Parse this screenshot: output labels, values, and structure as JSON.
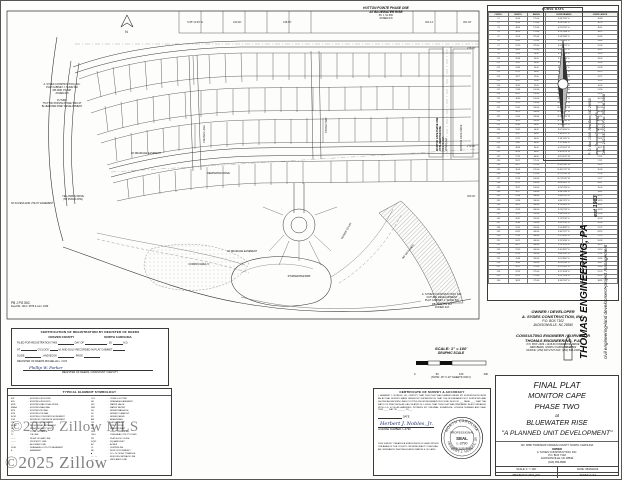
{
  "document": {
    "type": "final-plat-survey-drawing",
    "sheet_border": true
  },
  "map": {
    "top_label": {
      "line1": "HUTTON POINTE PHASE ONE",
      "line2": "AT BLUEWATER RISE",
      "line3": "PC J, SL 50C",
      "line4": "ZONED R-8"
    },
    "left_note": {
      "line1": "A. SYDES CONSTRUCTION, INC.",
      "line2": "PLAT CABINET J, SLIDE 50A",
      "line3": "DB 2936, PG 667",
      "line4": "ZONED R-8",
      "line5": "FUTURE",
      "line6": "\"HUTTON POINTE PHASE TWO AT",
      "line7": "BLUEWATER RISE\" DEVELOPMENT"
    },
    "developer_note": {
      "line1": "A. SYDES CONSTRUCTION, INC.",
      "line2": "FUTURE DEVELOPMENT",
      "line3": "PLAT CABINET J, SLIDE 50+",
      "line4": "DB 2936, PG 667",
      "line5": "ZONED R-8"
    },
    "phase_label": {
      "line1": "MONITOR CAPE PHASE ONE",
      "line2": "AT BLUEWATER RISE",
      "line3": "PC J, SL 50A",
      "line4": "ZONED R-8"
    },
    "streets": [
      {
        "name": "YELLOWFIN DRIVE",
        "sub": "(50' PUBLIC R/W)"
      },
      {
        "name": "MONITOR CAPE DRIVE",
        "sub": "(50' PUBLIC R/W)"
      },
      {
        "name": "DEEPWATER DRIVE",
        "sub": "(50' PUBLIC R/W)"
      },
      {
        "name": "STONEY WAY",
        "sub": "(50' PUBLIC R/W)"
      },
      {
        "name": "CRUISER LANE",
        "sub": "(50' PUBLIC R/W)"
      },
      {
        "name": "TENDER COURT",
        "sub": "(50' PUBLIC R/W)"
      }
    ],
    "annotations": [
      "20' DRAINAGE EASEMENT",
      "STORMWATER BMP",
      "COMMON AREA 'C'",
      "COMMON AREA 'B'",
      "10' UTILITY EASEMENT",
      "30' ACCESS AND UTILITY EASEMENT",
      "20' ACCESS AND UTILITY EASEMENT",
      "N/F WETLANDS",
      "EXISTING IRON PIPE"
    ],
    "reference_note": {
      "line1": "PB  J              PG  50C",
      "line2": "Deed Bk.  1212 / 2876 & cont. 1939"
    }
  },
  "curve_table": {
    "title": "CURVE DATA",
    "columns": [
      "CURVE #",
      "LENGTH",
      "RADIUS",
      "CHORD BEARING",
      "CHORD LENGTH"
    ],
    "rows": [
      [
        "C1",
        "50.03",
        "175.00",
        "N 36°11'55\" E",
        "49.88"
      ],
      [
        "C2",
        "39.18",
        "175.00",
        "N 29°52'45\" E",
        "39.10"
      ],
      [
        "C3",
        "46.54",
        "175.00",
        "N 22°05'31\" E",
        "46.41"
      ],
      [
        "C4",
        "38.20",
        "175.00",
        "N 15°13'08\" E",
        "38.13"
      ],
      [
        "C5",
        "50.76",
        "225.00",
        "N 18°33'42\" E",
        "50.66"
      ],
      [
        "C6",
        "43.91",
        "225.00",
        "N 24°48'10\" E",
        "43.84"
      ],
      [
        "C7",
        "52.10",
        "225.00",
        "N 31°27'55\" E",
        "52.00"
      ],
      [
        "C8",
        "39.52",
        "225.00",
        "N 37°26'12\" E",
        "39.47"
      ],
      [
        "C9",
        "55.00",
        "50.00",
        "N 72°14'03\" E",
        "53.18"
      ],
      [
        "C10",
        "28.48",
        "50.00",
        "S 72°51'18\" E",
        "28.09"
      ],
      [
        "C11",
        "31.97",
        "50.00",
        "S 54°25'02\" E",
        "31.43"
      ],
      [
        "C12",
        "24.63",
        "50.00",
        "S 38°11'46\" E",
        "24.38"
      ],
      [
        "C13",
        "47.12",
        "50.00",
        "S 16°55'10\" E",
        "45.19"
      ],
      [
        "C14",
        "33.77",
        "25.00",
        "S 07°14'22\" W",
        "31.27"
      ],
      [
        "C15",
        "39.27",
        "25.00",
        "S 45°00'00\" W",
        "35.36"
      ],
      [
        "C16",
        "20.45",
        "25.00",
        "S 66°33'48\" W",
        "19.90"
      ],
      [
        "C17",
        "51.83",
        "150.00",
        "N 81°22'14\" W",
        "51.58"
      ],
      [
        "C18",
        "44.12",
        "150.00",
        "N 69°31'07\" W",
        "43.96"
      ],
      [
        "C19",
        "36.80",
        "150.00",
        "N 58°42'55\" W",
        "36.70"
      ],
      [
        "C20",
        "29.19",
        "150.00",
        "N 49°55'18\" W",
        "29.14"
      ],
      [
        "C21",
        "55.41",
        "200.00",
        "N 42°18'31\" W",
        "55.23"
      ],
      [
        "C22",
        "48.70",
        "200.00",
        "N 33°05'47\" W",
        "48.58"
      ],
      [
        "C23",
        "41.02",
        "200.00",
        "N 24°52'11\" W",
        "40.95"
      ],
      [
        "C24",
        "36.55",
        "200.00",
        "N 17°31'40\" W",
        "36.50"
      ],
      [
        "C25",
        "62.83",
        "40.00",
        "N 26°28'19\" E",
        "56.57"
      ],
      [
        "C26",
        "31.42",
        "40.00",
        "N 67°30'00\" E",
        "30.61"
      ],
      [
        "C27",
        "28.27",
        "40.00",
        "S 69°42'11\" E",
        "27.71"
      ],
      [
        "C28",
        "47.12",
        "40.00",
        "S 36°11'55\" E",
        "43.82"
      ],
      [
        "C29",
        "53.41",
        "60.00",
        "S 12°18'44\" E",
        "51.67"
      ],
      [
        "C30",
        "38.96",
        "60.00",
        "S 24°55'02\" W",
        "38.27"
      ],
      [
        "C31",
        "44.18",
        "60.00",
        "S 56°42'19\" W",
        "43.17"
      ],
      [
        "C32",
        "27.55",
        "60.00",
        "S 81°30'12\" W",
        "27.31"
      ],
      [
        "C33",
        "58.12",
        "125.00",
        "N 74°12'50\" W",
        "57.61"
      ],
      [
        "C34",
        "43.77",
        "125.00",
        "N 58°33'41\" W",
        "43.55"
      ],
      [
        "C35",
        "36.09",
        "125.00",
        "N 46°21'17\" W",
        "35.96"
      ],
      [
        "C36",
        "29.44",
        "125.00",
        "N 37°10'05\" W",
        "29.38"
      ],
      [
        "C37",
        "52.36",
        "100.00",
        "N 21°18'55\" W",
        "51.77"
      ],
      [
        "C38",
        "47.12",
        "100.00",
        "N 06°44'12\" E",
        "46.67"
      ],
      [
        "C39",
        "39.27",
        "100.00",
        "N 24°51'30\" E",
        "39.00"
      ],
      [
        "C40",
        "33.77",
        "100.00",
        "N 38°12'44\" E",
        "33.61"
      ],
      [
        "C41",
        "61.08",
        "300.00",
        "N 49°05'19\" E",
        "60.97"
      ],
      [
        "C42",
        "54.98",
        "300.00",
        "N 60°52'11\" E",
        "54.90"
      ],
      [
        "C43",
        "48.12",
        "300.00",
        "N 70°44'55\" E",
        "48.07"
      ],
      [
        "C44",
        "41.33",
        "300.00",
        "N 79°07'02\" E",
        "41.30"
      ],
      [
        "C45",
        "55.19",
        "250.00",
        "S 84°29'18\" E",
        "55.08"
      ],
      [
        "C46",
        "49.67",
        "250.00",
        "S 73°22'41\" E",
        "49.58"
      ],
      [
        "C47",
        "42.88",
        "250.00",
        "S 63°12'05\" E",
        "42.83"
      ],
      [
        "C48",
        "37.41",
        "250.00",
        "S 54°48'33\" E",
        "37.37"
      ],
      [
        "C49",
        "64.23",
        "400.00",
        "S 46°21'17\" E",
        "64.16"
      ],
      [
        "C50",
        "57.30",
        "400.00",
        "S 37°40'09\" E",
        "57.25"
      ],
      [
        "C51",
        "50.12",
        "400.00",
        "S 29°58'44\" E",
        "50.08"
      ],
      [
        "C52",
        "44.77",
        "400.00",
        "S 23°15'10\" E",
        "44.74"
      ],
      [
        "C53",
        "53.19",
        "350.00",
        "S 16°48'22\" E",
        "53.13"
      ],
      [
        "C54",
        "47.05",
        "350.00",
        "S 08°55'31\" E",
        "47.01"
      ],
      [
        "C55",
        "41.88",
        "350.00",
        "S 01°38'07\" E",
        "41.86"
      ],
      [
        "C56",
        "36.44",
        "350.00",
        "N 05°02'44\" E",
        "36.42"
      ],
      [
        "C57",
        "59.71",
        "275.00",
        "N 12°28'51\" E",
        "59.60"
      ],
      [
        "C58",
        "52.33",
        "275.00",
        "N 21°10'03\" E",
        "52.25"
      ],
      [
        "C59",
        "45.19",
        "275.00",
        "N 29°12'38\" E",
        "45.14"
      ],
      [
        "C60",
        "38.92",
        "275.00",
        "N 36°25'07\" E",
        "38.89"
      ]
    ]
  },
  "engineer_banner": {
    "firm": "THOMAS ENGINEERING, PA",
    "est": "est 1983",
    "tagline": "civil engineering•land development•project management",
    "address1": "P. O. Box 1309, New Bern, NC 28563",
    "address2": "www.ThomasEngineeringPA.com",
    "address3": "Office:  252.637.2727    Fax:  252.636.2448"
  },
  "owner_block": {
    "owner_title": "OWNER / DEVELOPER",
    "owner_name": "A. SYDES CONSTRUCTION, INC.",
    "owner_addr1": "P.O. BOX 7102",
    "owner_addr2": "JACKSONVILLE, NC 28540",
    "eng_title": "CONSULTING ENGINEER / SURVEYOR",
    "eng_name": "THOMAS ENGINEERING, P.A.",
    "eng_addr1": "P.O. BOX 1309 • 1316-B COMMERCE DRIVE",
    "eng_addr2": "NEW BERN, NORTH CAROLINA 28563",
    "eng_addr3": "OFFICE: (252) 637-2727   FAX: (252) 636-2448"
  },
  "scale_block": {
    "scale": "SCALE: 1\" = 100'",
    "graphic": "GRAPHIC SCALE",
    "ticks": [
      "0",
      "50",
      "100",
      "200"
    ],
    "note": "(NOTE:  18\" X 24\" SHEETS ONLY)"
  },
  "register_block": {
    "title_line1": "CERTIFICATION OF REGISTRATION BY REGISTER OF DEEDS",
    "title_line2_left": "CRAVEN COUNTY",
    "title_line2_right": "NORTH CAROLINA",
    "body1": "FILED FOR REGISTRATION THIS",
    "body1b": "DAY OF",
    "body1c": ", 20",
    "body1d": "A.D.",
    "body2": "AT",
    "body2b": "O'CLOCK",
    "body2c": "M, AND DULY RECORDED IN PLAT CABINET",
    "body3": "SLIDE",
    "body3b": ", AND BOOK",
    "body3c": ", PAGE",
    "body4": "REGISTER OF DEEDS MICHELLE L. COX",
    "signature": "Phillip W. Parker",
    "sigline": "REGISTER OF DEEDS / ASSISTANT / DEPUTY"
  },
  "symbology_block": {
    "title": "TYPICAL ELEMENT SYMBOLOGY",
    "left": [
      [
        "EIP",
        "EXISTING IRON PIPE"
      ],
      [
        "EIR",
        "EXISTING IRON ROD"
      ],
      [
        "ERR",
        "EXISTING RAIL ROAD SPIKE"
      ],
      [
        "EMAG",
        "EXISTING MAG NAIL"
      ],
      [
        "EPK",
        "EXISTING PK NAIL"
      ],
      [
        "ETN",
        "EXISTING TIE NAIL"
      ],
      [
        "ECM",
        "EXISTING CONCRETE MONUMENT"
      ],
      [
        "ICM",
        "INTERIOR CONCRETE MONUMENT"
      ],
      [
        "CM",
        "CONTROL CORNER"
      ],
      [
        "NCGP",
        "NC HIGHWAY MONUMENT"
      ],
      [
        "(R)",
        "RIGHT-OF-WAY POINT"
      ],
      [
        "(T)",
        "TOTAL DISTANCE"
      ],
      [
        "TL",
        "TIE LINE"
      ],
      [
        "——",
        "RIGHT-OF-WAY LINE"
      ],
      [
        "— —",
        "PROPERTY LINE"
      ],
      [
        "····",
        "ADJOINER LINE"
      ],
      [
        "D/UE",
        "DRAINAGE & UTILITY EASEMENT"
      ],
      [
        "E",
        "EASEMENT"
      ]
    ],
    "right": [
      [
        "C/G",
        "CURB & GUTTER"
      ],
      [
        "DE",
        "DRAINAGE EASEMENT"
      ],
      [
        "WV",
        "WATER VALVE"
      ],
      [
        "WM",
        "WATER METER"
      ],
      [
        "SS",
        "SEWER MANHOLE"
      ],
      [
        "SC",
        "SEWER CLEANOUT"
      ],
      [
        "SV",
        "SEWER VALVE"
      ],
      [
        "AW",
        "AREA DRAIN"
      ],
      [
        "CB",
        "CATCH BASIN"
      ],
      [
        "UP",
        "UTILITY POLE"
      ],
      [
        "FH",
        "FIRE HYDRANT"
      ],
      [
        "PED",
        "UTILITY PEDESTAL"
      ],
      [
        "OHU",
        "OVERHEAD UTILITY LINES"
      ],
      [
        "PB",
        "PLAT BOOK / SLIDE"
      ],
      [
        "SQFT",
        "SQUARE FEET"
      ],
      [
        "AC",
        "ACRES"
      ],
      [
        "CL",
        "CENTERLINE"
      ],
      [
        "NF",
        "NOW OR FORMERLY"
      ],
      [
        "■",
        "10' x 70' SIGHT TRIANGLE"
      ],
      [
        "— · —",
        "BUILDING SETBACK LINE"
      ],
      [
        "–––",
        "WETLANDS LINE"
      ]
    ]
  },
  "certificate_block": {
    "title": "CERTIFICATE OF SURVEY & ACCURACY",
    "body": "I, HERBERT J. NOBLES, JR., CERTIFY THAT THIS PLAT WAS DRAWN UNDER MY SUPERVISION FROM AN ACTUAL SURVEY MADE UNDER MY SUPERVISION; THAT THE BOUNDARIES NOT SURVEYED ARE SHOWN AS BROKEN LINES PLOTTED FROM INFORMATION FOUND IN BOOK ___ PAGE ___; THAT THE RATIO OF PRECISION AS CALCULATED IS 1:10000; THAT THIS PLAT WAS PREPARED IN ACCORDANCE WITH G.S. 47-30 AS AMENDED. WITNESS MY ORIGINAL SIGNATURE, LICENSE NUMBER AND SEAL THIS ____ DAY OF ______, 20___.",
    "date_label": "DATE",
    "license_label": "LICENSE NUMBER: L-3790",
    "signature": "Herbert J. Nobles, Jr.",
    "subdiv_note": "THIS SURVEY CREATES A SUBDIVISION OF LAND WITHIN THE AREA OF THE COUNTY OR MUNICIPALITY THAT HAS AN ORDINANCE THAT REGULATES PARCELS OF LAND.",
    "seal": {
      "top_text": "NORTH CAROLINA",
      "mid_text": "PROFESSIONAL",
      "seal_word": "SEAL",
      "license": "L-3790",
      "bottom_text": "HERBERT J. NOBLES, JR.",
      "arc_text": "LAND SURVEYOR"
    }
  },
  "title_block": {
    "line1": "FINAL PLAT",
    "line2": "MONITOR CAPE",
    "line3": "PHASE TWO",
    "line4": "at",
    "line5": "BLUEWATER RISE",
    "line6": "\"A PLANNED UNIT DEVELOPMENT\"",
    "locale": "NO. 8280          TOWNSHIP        CRAVEN COUNTY        NORTH CAROLINA",
    "owner_hdr": "OWNER",
    "owner1": "A. SYDES CONSTRUCTION, INC.",
    "owner2": "P.O. BOX 7102",
    "owner3": "JACKSONVILLE, NC 28540",
    "owner4": "(910) 353-8996",
    "scale_label": "SCALE: 1\" = 100'",
    "date_label": "DATE:  05/26/2014",
    "project_label": "PROJECT #: 2012_027",
    "sheet_label": "SHEET:  2 of 3"
  },
  "watermark": {
    "line1": "©2025 Zillow",
    "line2": "©2025 Zillow MLS"
  },
  "colors": {
    "ink": "#1b1b1b",
    "paper": "#fdfdfb",
    "line": "#3a3a3a",
    "hand_ink": "#1a2a66",
    "seal": "#222222"
  }
}
